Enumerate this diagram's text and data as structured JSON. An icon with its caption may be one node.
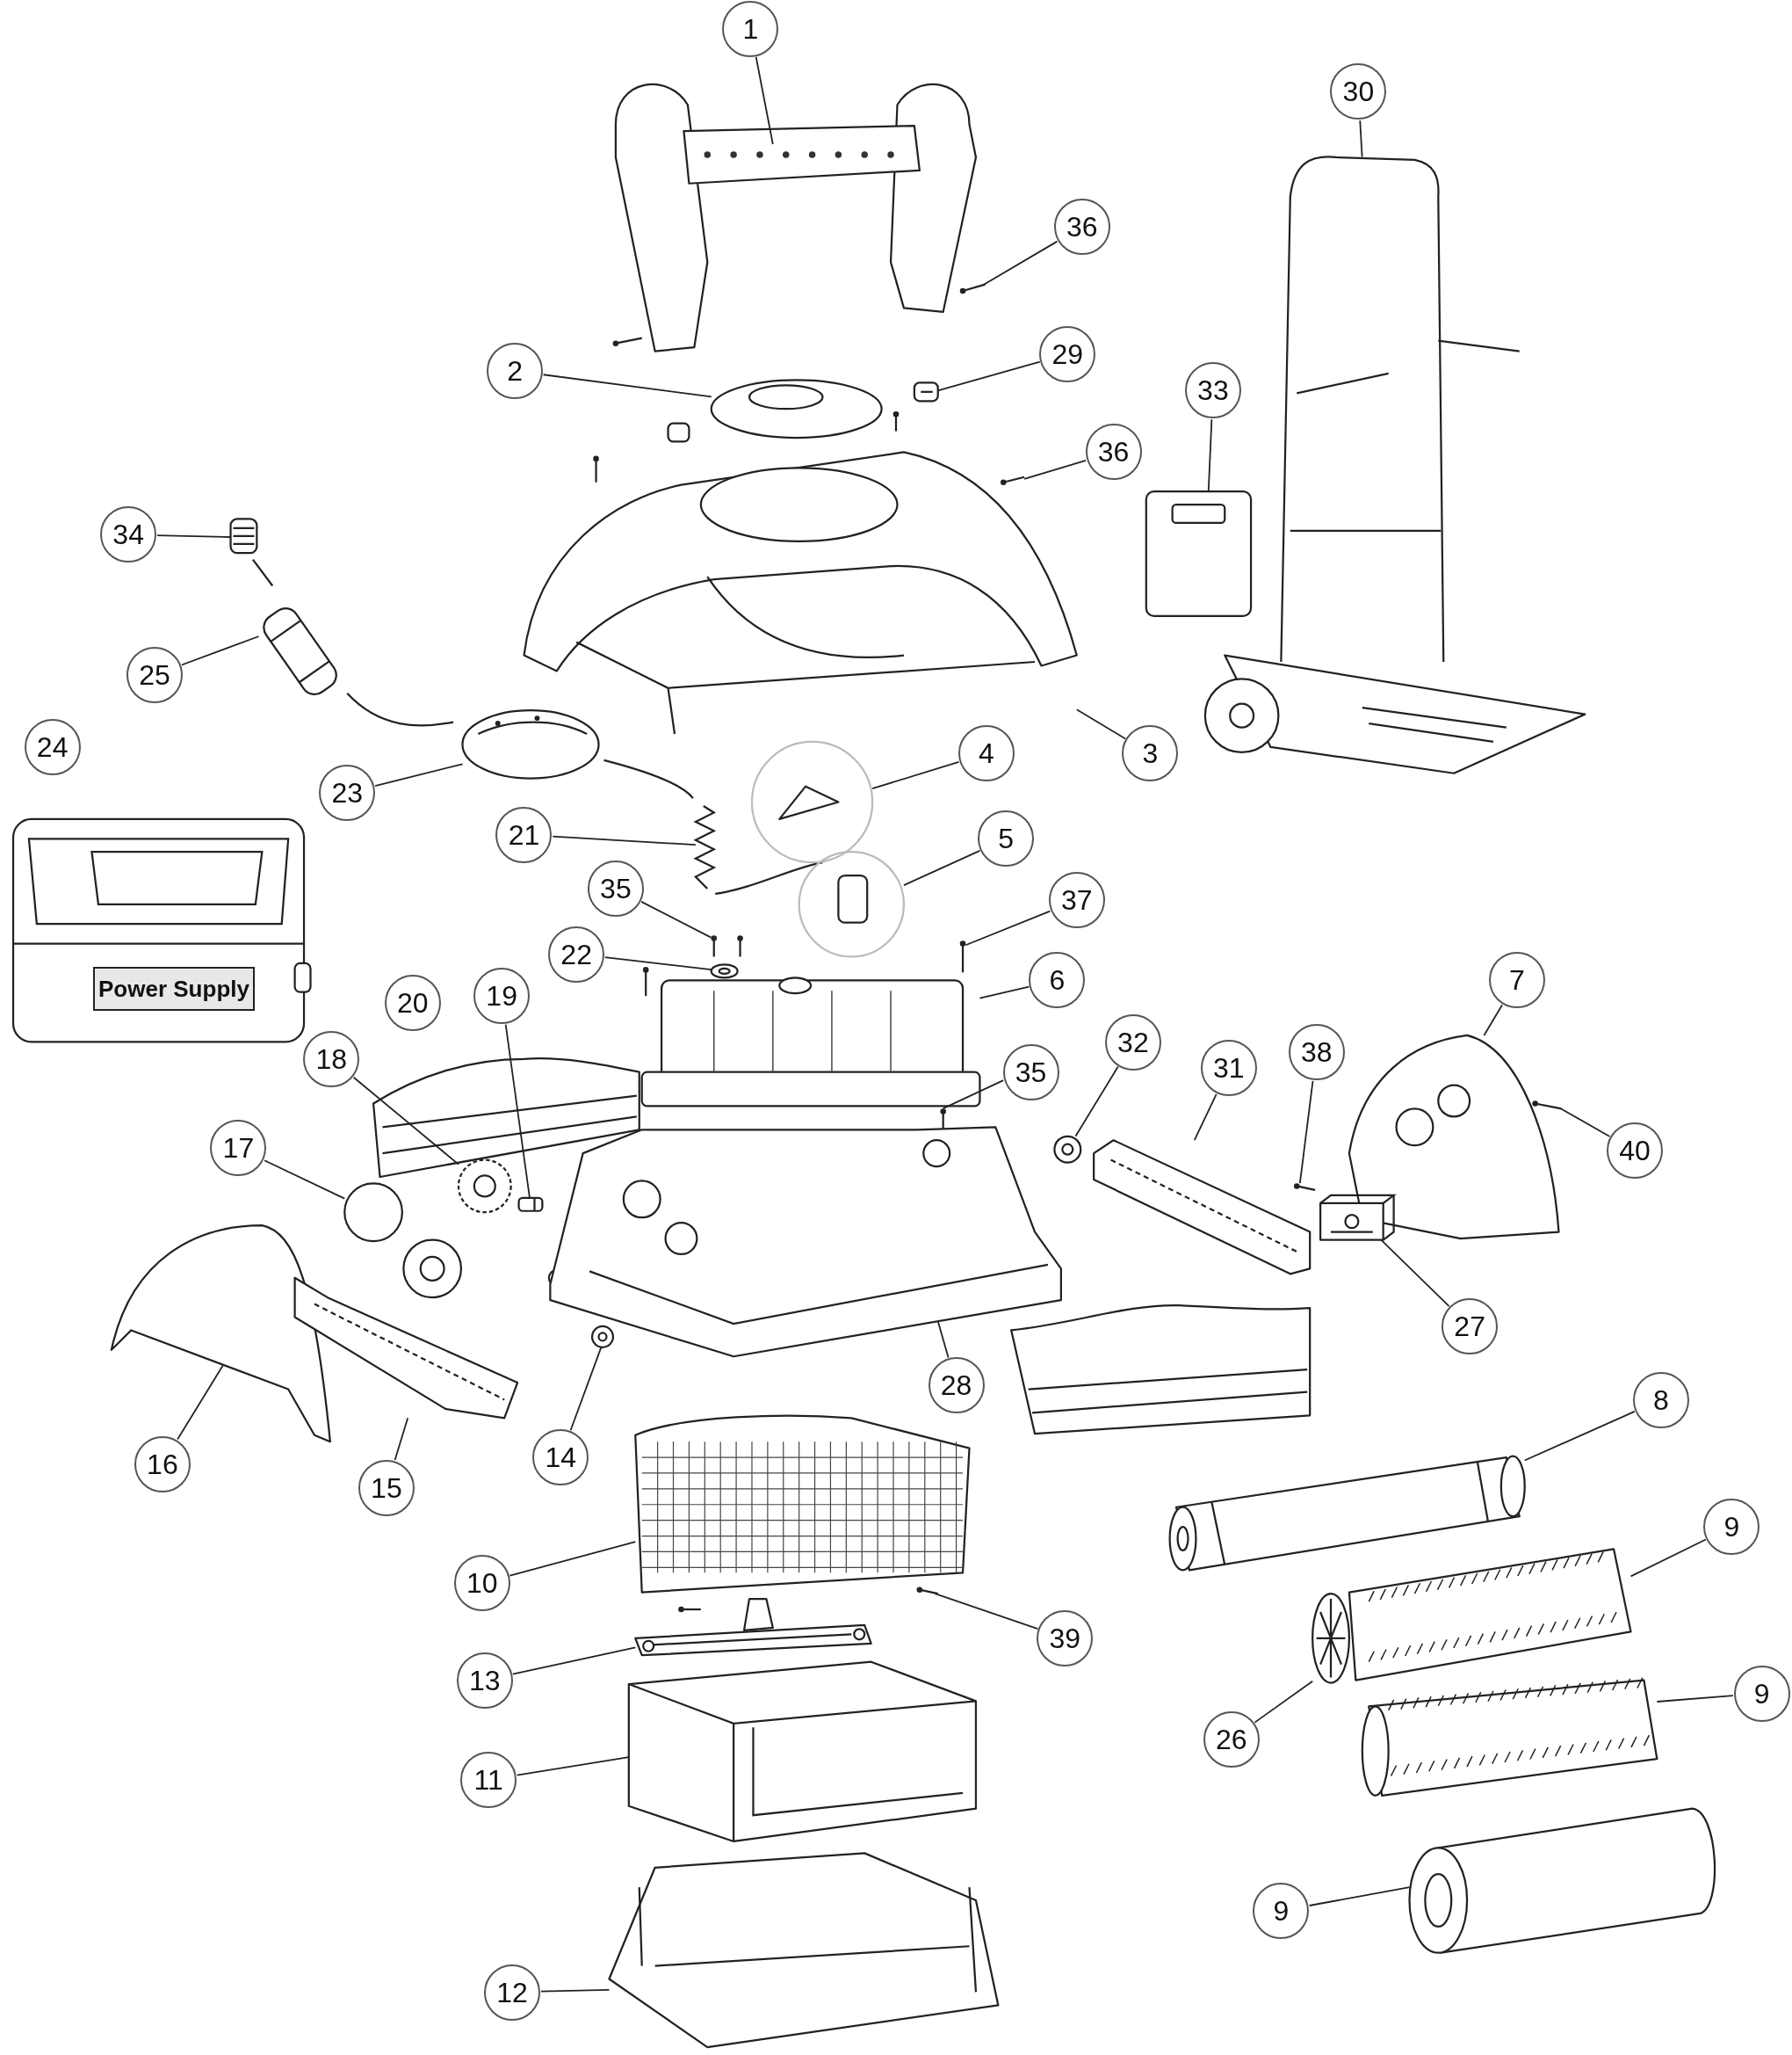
{
  "diagram": {
    "nodes": [
      {
        "text": [
          "1"
        ]
      },
      {
        "text": [
          "30"
        ]
      },
      {
        "text": [
          "36"
        ]
      },
      {
        "text": [
          "29"
        ]
      },
      {
        "text": [
          "2"
        ]
      },
      {
        "text": [
          "33"
        ]
      },
      {
        "text": [
          "36"
        ]
      },
      {
        "text": [
          "34"
        ]
      },
      {
        "text": [
          "25"
        ]
      },
      {
        "text": [
          "24"
        ]
      },
      {
        "text": [
          "3"
        ]
      },
      {
        "text": [
          "4"
        ]
      },
      {
        "text": [
          "23"
        ]
      },
      {
        "text": [
          "21"
        ]
      },
      {
        "text": [
          "5"
        ]
      },
      {
        "text": [
          "35"
        ]
      },
      {
        "text": [
          "37"
        ]
      },
      {
        "text": [
          "22"
        ]
      },
      {
        "text": [
          "6"
        ]
      },
      {
        "text": [
          "7"
        ]
      },
      {
        "text": [
          "20"
        ]
      },
      {
        "text": [
          "19"
        ]
      },
      {
        "text": [
          "32"
        ]
      },
      {
        "text": [
          "38"
        ]
      },
      {
        "text": [
          "18"
        ]
      },
      {
        "text": [
          "35"
        ]
      },
      {
        "text": [
          "31"
        ]
      },
      {
        "text": [
          "17"
        ]
      },
      {
        "text": [
          "40"
        ]
      },
      {
        "text": [
          "27"
        ]
      },
      {
        "text": [
          "28"
        ]
      },
      {
        "text": [
          "8"
        ]
      },
      {
        "text": [
          "16"
        ]
      },
      {
        "text": [
          "15"
        ]
      },
      {
        "text": [
          "14"
        ]
      },
      {
        "text": [
          "9"
        ]
      },
      {
        "text": [
          "10"
        ]
      },
      {
        "text": [
          "39"
        ]
      },
      {
        "text": [
          "13"
        ]
      },
      {
        "text": [
          "9"
        ]
      },
      {
        "text": [
          "26"
        ]
      },
      {
        "text": [
          "11"
        ]
      },
      {
        "text": [
          "9"
        ]
      },
      {
        "text": [
          "12"
        ]
      },
      {
        "text": [],
        "shape": "picture"
      },
      {
        "text": [],
        "shape": "picture"
      },
      {
        "text": [],
        "shape": "picture"
      },
      {
        "text": [],
        "shape": "picture"
      },
      {
        "text": [],
        "shape": "picture"
      },
      {
        "text": [],
        "shape": "picture"
      },
      {
        "text": [],
        "shape": "picture"
      },
      {
        "text": [],
        "shape": "picture"
      },
      {
        "text": [],
        "shape": "picture"
      },
      {
        "text": [],
        "shape": "picture"
      },
      {
        "text": [],
        "shape": "picture"
      },
      {
        "text": [],
        "shape": "picture"
      },
      {
        "text": [],
        "shape": "picture"
      },
      {
        "text": [],
        "shape": "picture"
      },
      {
        "text": [],
        "shape": "picture"
      },
      {
        "text": [],
        "shape": "picture"
      },
      {
        "text": [],
        "shape": "picture"
      },
      {
        "text": [],
        "shape": "picture"
      },
      {
        "text": [],
        "shape": "picture"
      },
      {
        "text": [],
        "shape": "picture"
      },
      {
        "text": [],
        "shape": "picture"
      },
      {
        "text": [],
        "shape": "picture"
      },
      {
        "text": [],
        "shape": "picture"
      },
      {
        "text": [],
        "shape": "picture"
      },
      {
        "text": [],
        "shape": "picture"
      },
      {
        "text": [],
        "shape": "picture"
      },
      {
        "text": [],
        "shape": "picture"
      },
      {
        "text": [],
        "shape": "picture"
      },
      {
        "text": [],
        "shape": "picture"
      },
      {
        "text": [],
        "shape": "picture"
      },
      {
        "text": [],
        "shape": "picture"
      },
      {
        "text": [],
        "shape": "picture"
      },
      {
        "text": [],
        "shape": "picture"
      },
      {
        "text": [],
        "shape": "picture"
      },
      {
        "text": [],
        "shape": "picture"
      },
      {
        "text": [],
        "shape": "picture"
      },
      {
        "text": [],
        "shape": "picture"
      },
      {
        "text": [],
        "shape": "picture"
      },
      {
        "text": [],
        "shape": "picture"
      },
      {
        "text": [],
        "shape": "picture"
      },
      {
        "text": [],
        "shape": "picture"
      },
      {
        "text": [],
        "shape": "picture"
      }
    ],
    "edges": [
      {
        "from": 0,
        "to": 44,
        "arrow": "none"
      },
      {
        "from": 1,
        "to": 45,
        "arrow": "none"
      },
      {
        "from": 2,
        "to": 46,
        "arrow": "none"
      },
      {
        "from": 3,
        "to": 47,
        "arrow": "none"
      },
      {
        "from": 4,
        "to": 48,
        "arrow": "none"
      },
      {
        "from": 5,
        "to": 49,
        "arrow": "none"
      },
      {
        "from": 6,
        "to": 50,
        "arrow": "none"
      },
      {
        "from": 7,
        "to": 51,
        "arrow": "none"
      },
      {
        "from": 8,
        "to": 52,
        "arrow": "none"
      },
      {
        "from": 10,
        "to": 53,
        "arrow": "none"
      },
      {
        "from": 11,
        "to": 54,
        "arrow": "none"
      },
      {
        "from": 12,
        "to": 55,
        "arrow": "none"
      },
      {
        "from": 13,
        "to": 56,
        "arrow": "none"
      },
      {
        "from": 14,
        "to": 57,
        "arrow": "none"
      },
      {
        "from": 15,
        "to": 58,
        "arrow": "none"
      },
      {
        "from": 16,
        "to": 59,
        "arrow": "none"
      },
      {
        "from": 17,
        "to": 60,
        "arrow": "none"
      },
      {
        "from": 18,
        "to": 61,
        "arrow": "none"
      },
      {
        "from": 19,
        "to": 62,
        "arrow": "none"
      },
      {
        "from": 21,
        "to": 63,
        "arrow": "none"
      },
      {
        "from": 22,
        "to": 64,
        "arrow": "none"
      },
      {
        "from": 23,
        "to": 65,
        "arrow": "none"
      },
      {
        "from": 24,
        "to": 66,
        "arrow": "none"
      },
      {
        "from": 25,
        "to": 67,
        "arrow": "none"
      },
      {
        "from": 26,
        "to": 68,
        "arrow": "none"
      },
      {
        "from": 27,
        "to": 69,
        "arrow": "none"
      },
      {
        "from": 28,
        "to": 70,
        "arrow": "none"
      },
      {
        "from": 29,
        "to": 71,
        "arrow": "none"
      },
      {
        "from": 30,
        "to": 72,
        "arrow": "none"
      },
      {
        "from": 31,
        "to": 73,
        "arrow": "none"
      },
      {
        "from": 32,
        "to": 74,
        "arrow": "none"
      },
      {
        "from": 33,
        "to": 75,
        "arrow": "none"
      },
      {
        "from": 34,
        "to": 76,
        "arrow": "none"
      },
      {
        "from": 35,
        "to": 77,
        "arrow": "none"
      },
      {
        "from": 36,
        "to": 78,
        "arrow": "none"
      },
      {
        "from": 37,
        "to": 79,
        "arrow": "none"
      },
      {
        "from": 38,
        "to": 80,
        "arrow": "none"
      },
      {
        "from": 39,
        "to": 81,
        "arrow": "none"
      },
      {
        "from": 40,
        "to": 82,
        "arrow": "none"
      },
      {
        "from": 41,
        "to": 83,
        "arrow": "none"
      },
      {
        "from": 42,
        "to": 84,
        "arrow": "none"
      },
      {
        "from": 43,
        "to": 85,
        "arrow": "none"
      }
    ],
    "labels": [
      "Power Supply"
    ]
  }
}
